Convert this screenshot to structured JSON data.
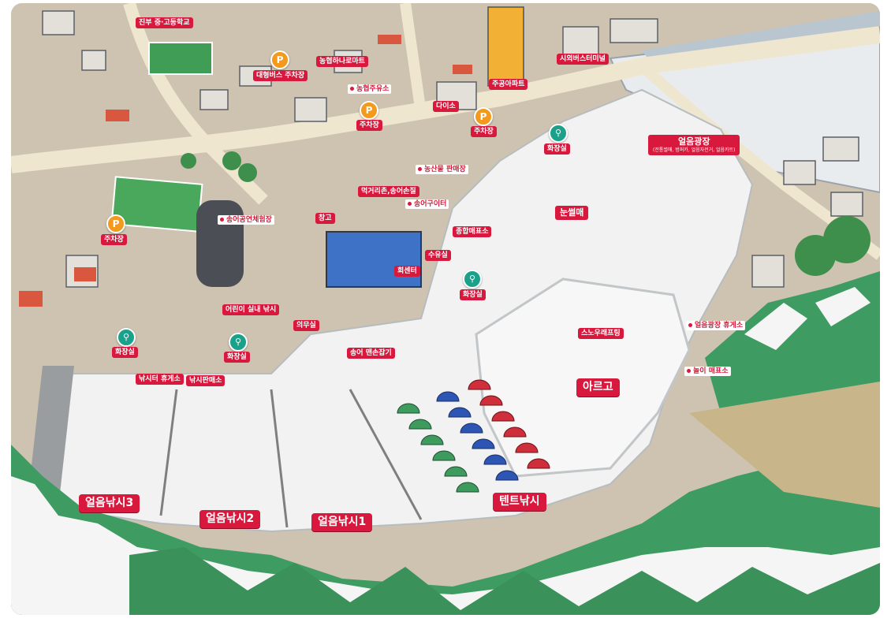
{
  "map": {
    "labels": {
      "school": "진부 중·고등학교",
      "bus_parking": "대형버스 주차장",
      "nonghyup_mart": "농협하나로마트",
      "gas_station": "농협주유소",
      "bus_terminal": "시외버스터미널",
      "apartment": "주공아파트",
      "daiso": "다이소",
      "parking_a": "주차장",
      "parking_b": "주차장",
      "parking_c": "주차장",
      "toilet_a": "화장실",
      "toilet_b": "화장실",
      "toilet_c": "화장실",
      "toilet_d": "화장실",
      "ice_plaza": "얼음광장",
      "ice_plaza_sub": "(전통썰매, 범퍼카, 얼음자전거, 얼음카트)",
      "farm_store": "농산물 판매장",
      "food_street": "먹거리촌,송어손질",
      "trout_grill": "송어구이터",
      "warehouse": "창고",
      "general_ticket": "종합매표소",
      "snow_sled": "눈썰매",
      "trout_hall": "송어공연체험장",
      "nursing": "수유실",
      "hall": "회센터",
      "kids_fishing": "어린이 실내 낚시",
      "medical": "의무실",
      "trout_catch": "송어 맨손잡기",
      "fishing_rest": "낚시터 휴게소",
      "fishing_ticket": "낚시판매소",
      "snow_rafting": "스노우래프팅",
      "ice_plaza_rest": "얼음광장 휴게소",
      "play_ticket": "놀이 매표소",
      "arego": "아르고",
      "ice_fishing_3": "얼음낚시3",
      "ice_fishing_2": "얼음낚시2",
      "ice_fishing_1": "얼음낚시1",
      "tent_fishing": "텐트낚시"
    },
    "icons": {
      "parking_symbol": "P",
      "toilet_symbol": "⚲"
    },
    "colors": {
      "label_red": "#d8183c",
      "parking_orange": "#f39a1e",
      "toilet_teal": "#1ba18a",
      "snow": "#f3f4f3",
      "mountain_green": "#3e9b62"
    }
  }
}
